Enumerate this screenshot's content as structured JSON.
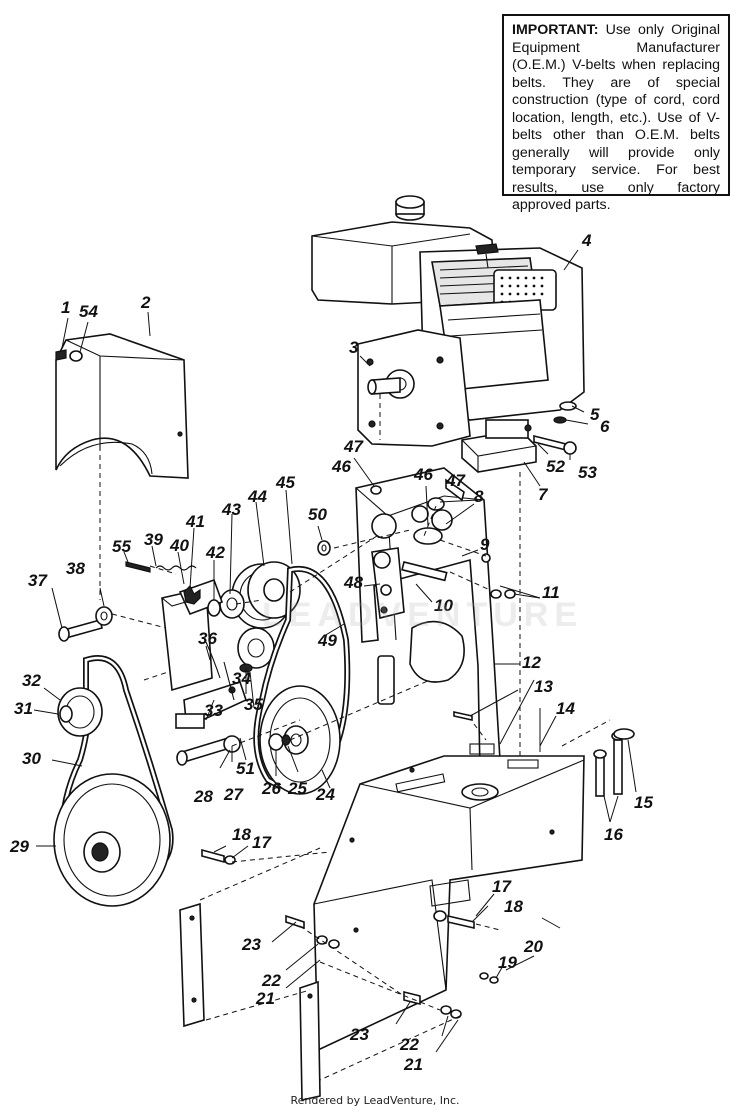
{
  "notice": {
    "title": "IMPORTANT:",
    "body": "Use only Original Equipment Manufacturer (O.E.M.) V-belts when replacing belts. They are of special construction (type of cord, cord location, length, etc.). Use of V-belts other than O.E.M. belts generally will provide only temporary service. For best results, use only factory approved parts."
  },
  "watermark": "LEADVENTURE",
  "footer": "Rendered by LeadVenture, Inc.",
  "callouts": {
    "c1": "1",
    "c54": "54",
    "c2": "2",
    "c3": "3",
    "c4": "4",
    "c5": "5",
    "c6": "6",
    "c52": "52",
    "c53": "53",
    "c7": "7",
    "c47a": "47",
    "c46a": "46",
    "c46b": "46",
    "c47b": "47",
    "c8": "8",
    "c50": "50",
    "c43": "43",
    "c44": "44",
    "c45": "45",
    "c41": "41",
    "c55": "55",
    "c39": "39",
    "c40": "40",
    "c42": "42",
    "c9": "9",
    "c11": "11",
    "c37": "37",
    "c38": "38",
    "c48": "48",
    "c10": "10",
    "c36": "36",
    "c49": "49",
    "c32": "32",
    "c34": "34",
    "c12": "12",
    "c31": "31",
    "c35": "35",
    "c33": "33",
    "c13": "13",
    "c30": "30",
    "c14": "14",
    "c51": "51",
    "c26": "26",
    "c25": "25",
    "c24": "24",
    "c28": "28",
    "c27": "27",
    "c15": "15",
    "c16": "16",
    "c29": "29",
    "c18a": "18",
    "c17a": "17",
    "c17b": "17",
    "c18b": "18",
    "c23a": "23",
    "c22a": "22",
    "c21a": "21",
    "c19": "19",
    "c20": "20",
    "c23b": "23",
    "c22b": "22",
    "c21b": "21"
  }
}
